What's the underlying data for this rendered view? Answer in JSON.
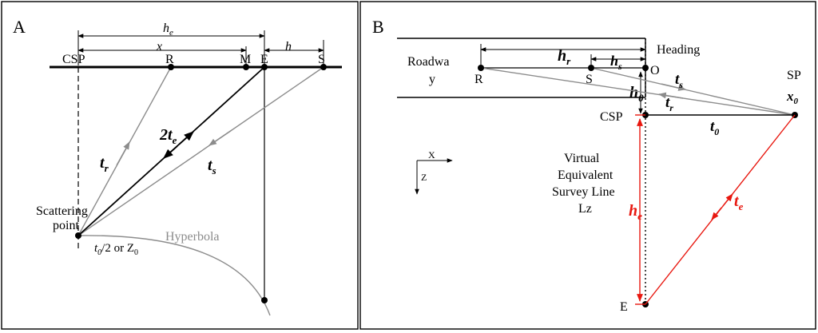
{
  "colors": {
    "black": "#000000",
    "grey": "#8c8c8c",
    "red": "#e8170f"
  },
  "panel_a": {
    "letter": "A",
    "labels": {
      "he_base": "h",
      "he_sub": "e",
      "x": "x",
      "h": "h",
      "csp": "CSP",
      "r": "R",
      "m": "M",
      "e": "E",
      "s": "S",
      "twote_base": "2t",
      "twote_sub": "e",
      "tr_base": "t",
      "tr_sub": "r",
      "ts_base": "t",
      "ts_sub": "s",
      "scattering": "Scattering",
      "point": "point",
      "t0_base": "t",
      "t0_sub": "0",
      "t0_rest": "/2 or Z",
      "t0_sub2": "0",
      "hyperbola": "Hyperbola"
    }
  },
  "panel_b": {
    "letter": "B",
    "labels": {
      "roadway_line1": "Roadwa",
      "roadway_line2": "y",
      "heading": "Heading",
      "hr_base": "h",
      "hr_sub": "r",
      "hs_base": "h",
      "hs_sub": "s",
      "o": "O",
      "r": "R",
      "s": "S",
      "h0_base": "h",
      "h0_sub": "0",
      "ts_base": "t",
      "ts_sub": "s",
      "tr_base": "t",
      "tr_sub": "r",
      "sp": "SP",
      "x0_base": "x",
      "x0_sub": "0",
      "csp": "CSP",
      "t0_base": "t",
      "t0_sub": "0",
      "axis_x": "X",
      "axis_z": "Z",
      "virtual_1": "Virtual",
      "virtual_2": "Equivalent",
      "virtual_3": "Survey Line",
      "virtual_4": "Lz",
      "he_base": "h",
      "he_sub": "e",
      "te_base": "t",
      "te_sub": "e",
      "e": "E"
    }
  }
}
